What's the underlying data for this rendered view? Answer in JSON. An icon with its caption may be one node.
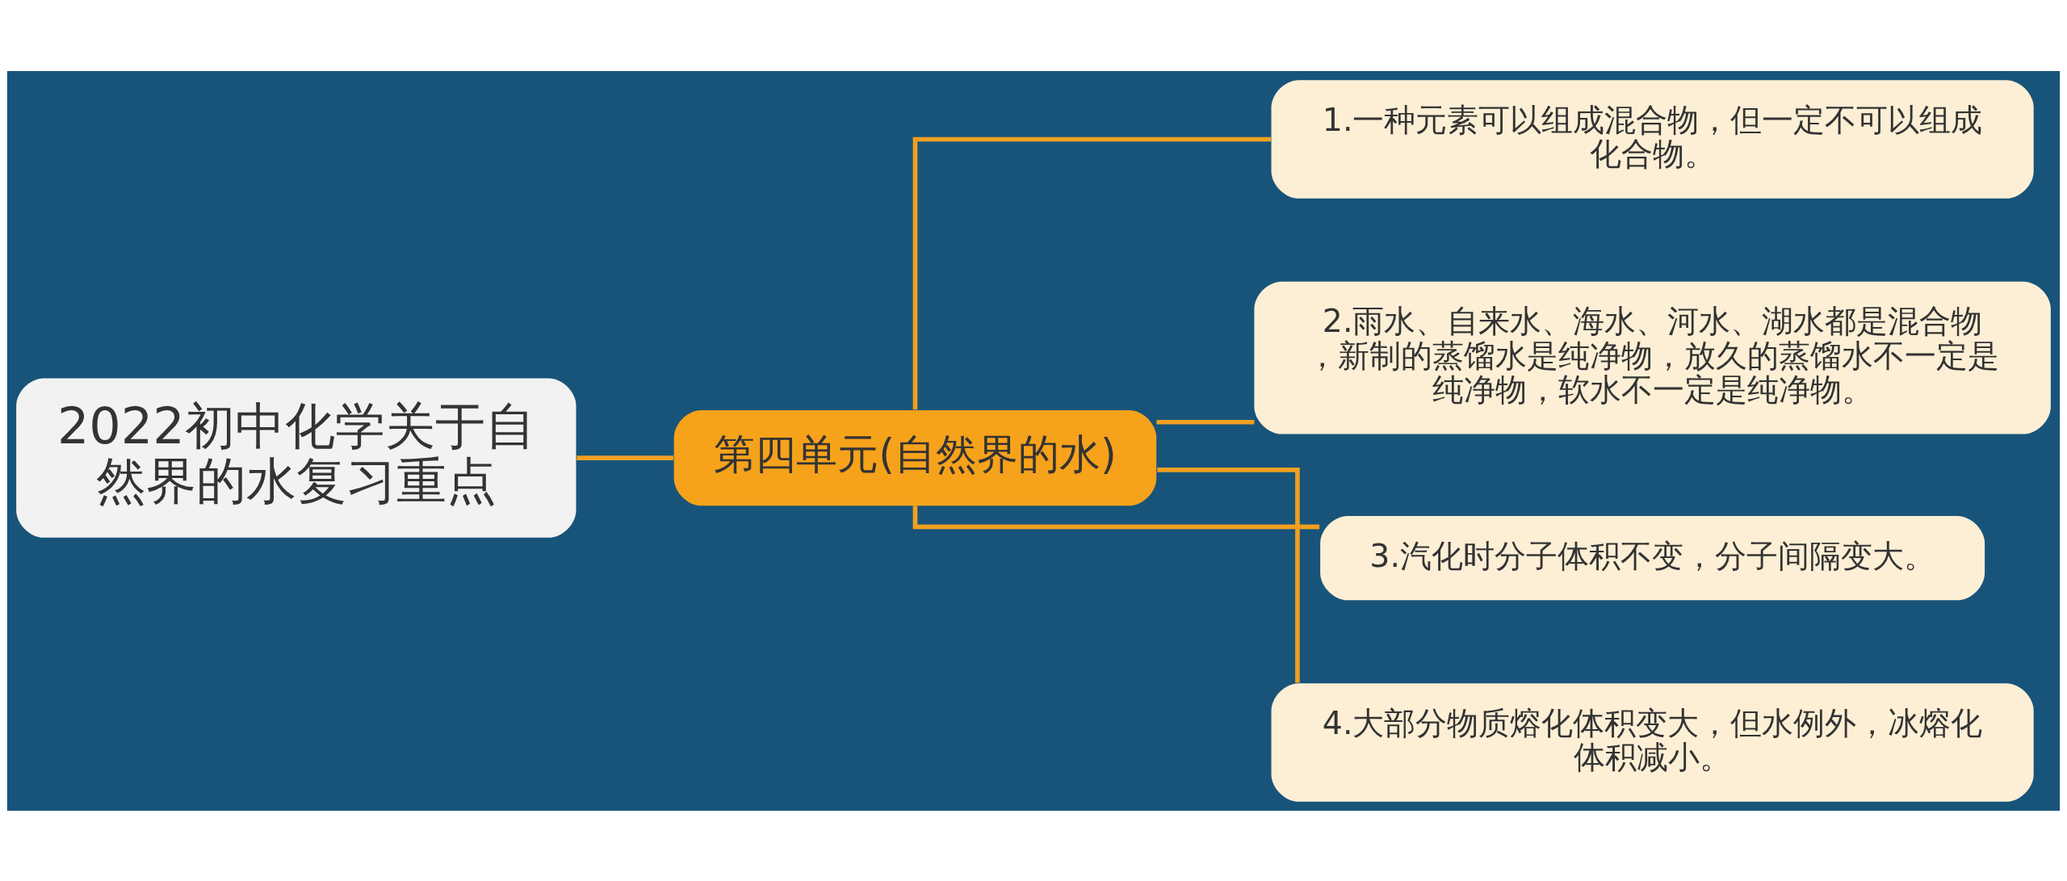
{
  "diagram": {
    "nodes": [
      {
        "text": [
          "2022初中化学关于自然界的水复习重点"
        ]
      },
      {
        "text": [
          "第四单元(自然界的水)"
        ]
      },
      {
        "text": [
          "1.一种元素可以组成混合物，但一定不可以组成化合物。"
        ]
      },
      {
        "text": [
          "2.雨水、自来水、海水、河水、湖水都是混合物，新制的蒸馏水是纯净物，放久的蒸馏水不一定是纯净物，软水不一定是纯净物。"
        ]
      },
      {
        "text": [
          "3.汽化时分子体积不变，分子间隔变大。"
        ]
      },
      {
        "text": [
          "4.大部分物质熔化体积变大，但水例外，冰熔化体积减小。"
        ]
      }
    ],
    "edges": [
      {
        "from": 0,
        "to": 1,
        "arrow": "none"
      },
      {
        "from": 1,
        "to": 2,
        "arrow": "none"
      },
      {
        "from": 1,
        "to": 3,
        "arrow": "none"
      },
      {
        "from": 1,
        "to": 4,
        "arrow": "none"
      },
      {
        "from": 1,
        "to": 5,
        "arrow": "none"
      }
    ]
  }
}
